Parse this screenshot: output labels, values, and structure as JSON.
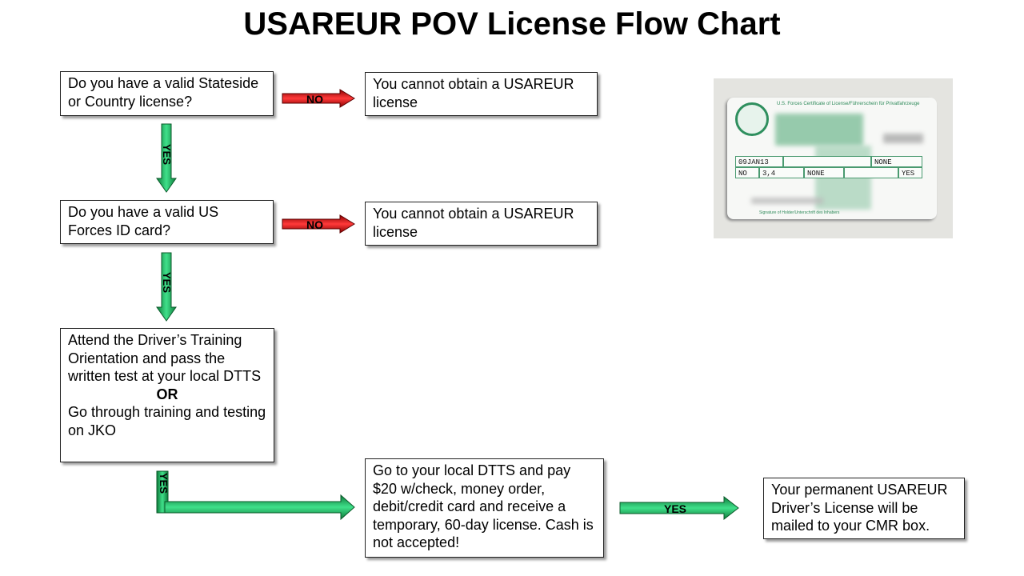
{
  "title": "USAREUR POV License Flow Chart",
  "nodes": {
    "q1": "Do you have a valid Stateside or Country license?",
    "no1": "You cannot obtain a USAREUR license",
    "q2": "Do you have a valid US Forces ID card?",
    "no2": "You cannot obtain a USAREUR license",
    "step1_a": "Attend the Driver’s Training Orientation and pass the written test at your local DTTS",
    "step1_or": "OR",
    "step1_b": "Go through training and testing on JKO",
    "step2": "Go to your local DTTS and pay $20 w/check, money order, debit/credit card and receive a temporary, 60-day license.  Cash is not accepted!",
    "final": "Your permanent USAREUR Driver’s License will be mailed to your CMR box."
  },
  "arrows": {
    "no1": "NO",
    "no2": "NO",
    "yes1": "YES",
    "yes2": "YES",
    "yes3": "YES",
    "yes4": "YES"
  },
  "colors": {
    "yes_arrow": "#22b45a",
    "no_arrow": "#e01515"
  },
  "card": {
    "header": "U.S. Forces Certificate of License/Führerschein für Privatfahrzeuge",
    "issue_date": "09JAN13",
    "spec_qualification": "NONE",
    "corr_lenses": "NO",
    "class": "3,4",
    "restrictions": "NONE",
    "organ_donor": "YES",
    "signature_label": "Signature of Holder/Unterschrift des Inhabers"
  }
}
